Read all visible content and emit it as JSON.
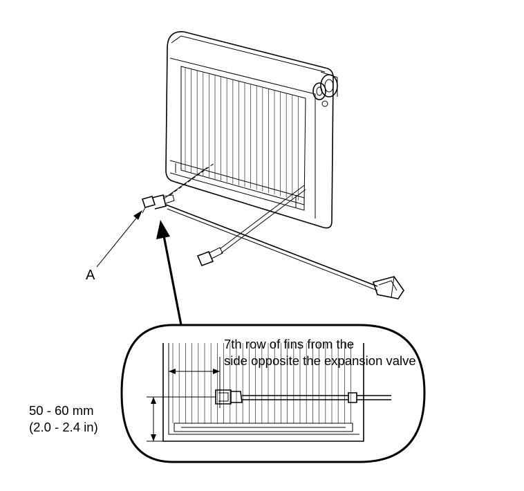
{
  "labels": {
    "callout_a": "A",
    "detail_note_line1": "7th row of fins from the",
    "detail_note_line2": "side opposite the expansion valve",
    "dimension_mm": "50 - 60 mm",
    "dimension_in": "(2.0 - 2.4 in)"
  }
}
